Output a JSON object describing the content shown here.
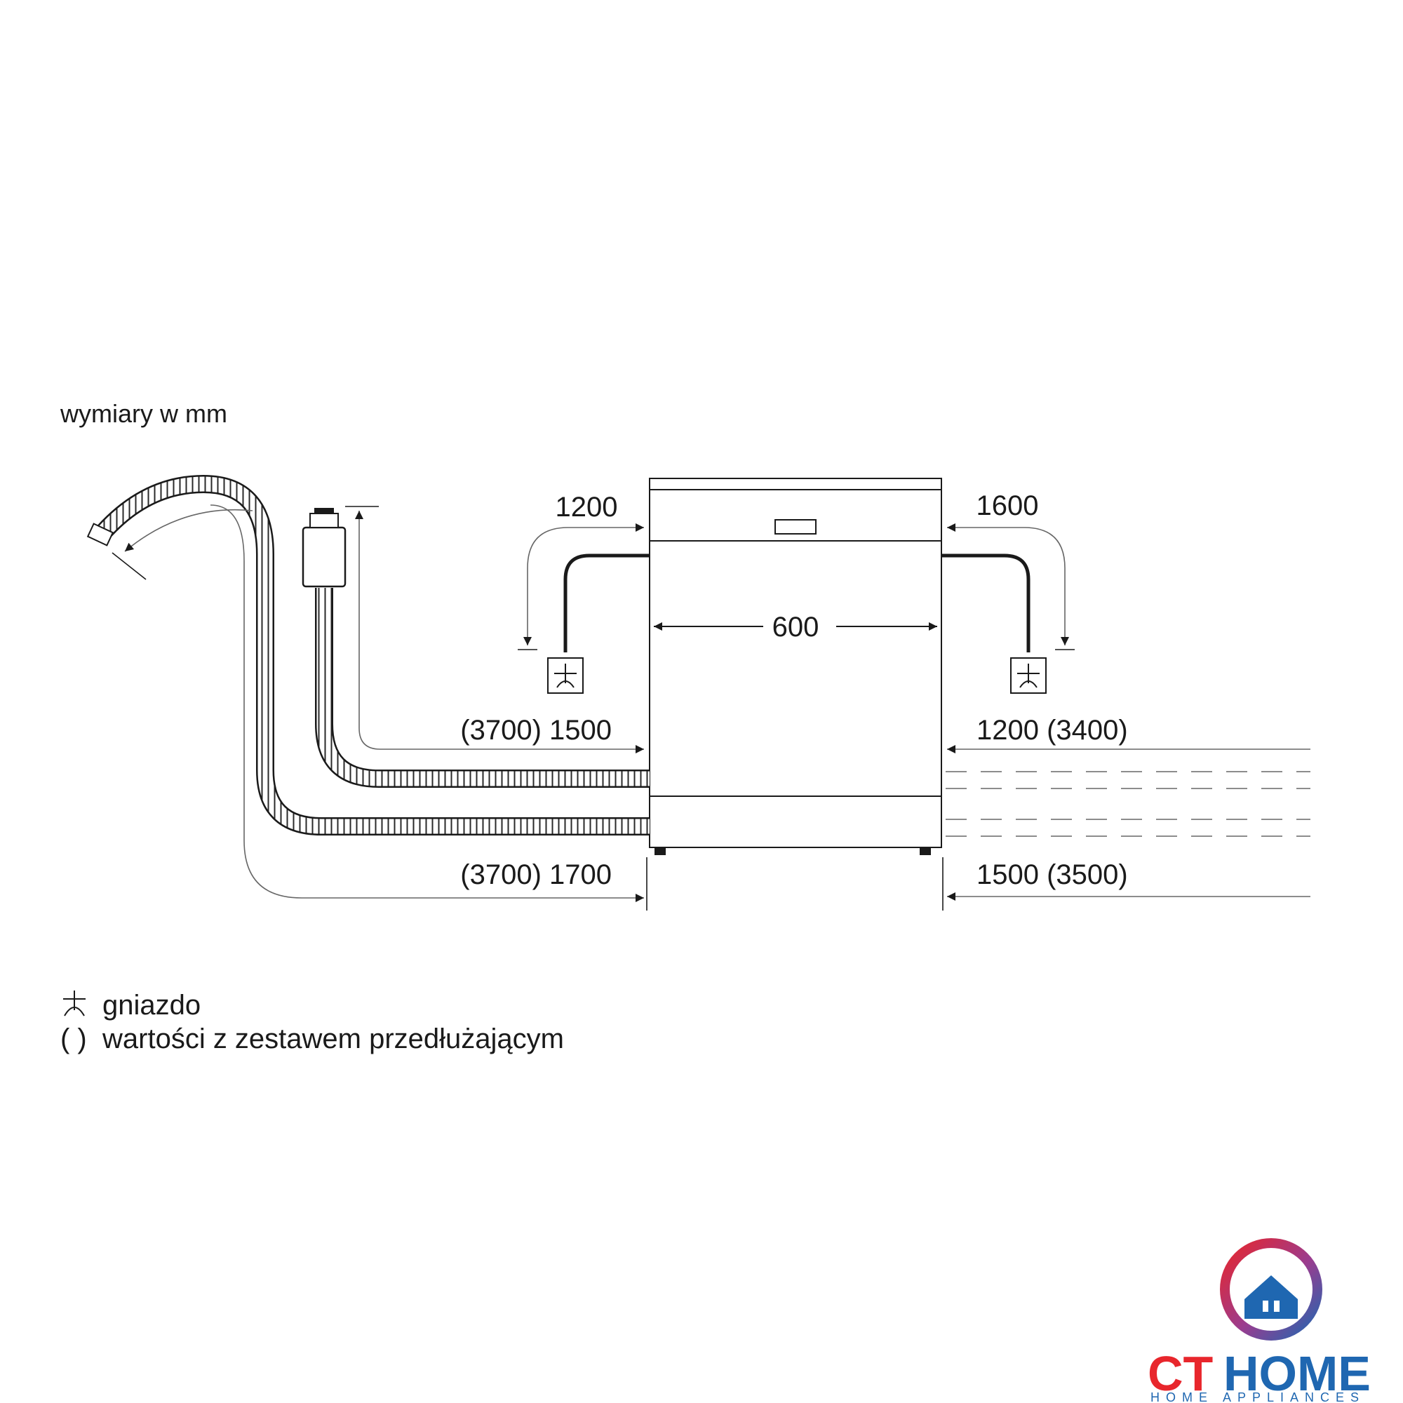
{
  "header": {
    "units_note": "wymiary w mm"
  },
  "dimensions": {
    "width": "600",
    "top_left_cable": "1200",
    "top_right_cable": "1600",
    "inlet_left": "(3700) 1500",
    "inlet_right": "1200 (3400)",
    "drain_left": "(3700) 1700",
    "drain_right": "1500 (3500)"
  },
  "legend": {
    "socket_label": "gniazdo",
    "extension_symbol": "( )",
    "extension_label": "wartości z zestawem przedłużającym"
  },
  "brand": {
    "name_part1": "CT",
    "name_part2": "HOME",
    "tagline": "HOME APPLIANCES",
    "color_red": "#e8262c",
    "color_blue": "#1f67b1"
  },
  "icons": [
    "socket-icon",
    "house-logo-icon"
  ]
}
